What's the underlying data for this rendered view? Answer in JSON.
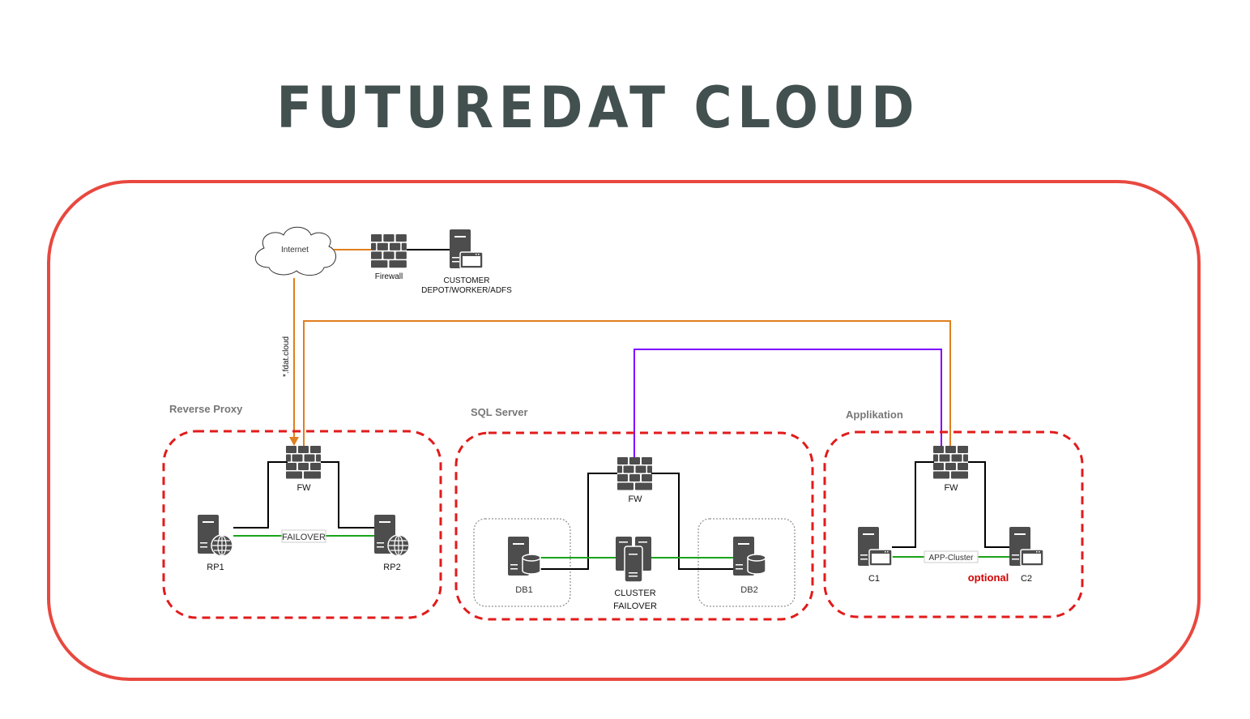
{
  "title": "FUTUREDAT CLOUD",
  "colors": {
    "outer_border": "#e8483f",
    "zone_border": "#e21b1b",
    "device": "#4d4d4d",
    "link_internet": "#e07f1f",
    "link_sql": "#7f00ff",
    "link_failover": "#1aa31a",
    "link_lan": "#000000",
    "optional_text": "#d50000"
  },
  "top": {
    "internet_label": "Internet",
    "firewall_label": "Firewall",
    "customer_label_line1": "CUSTOMER",
    "customer_label_line2": "DEPOT/WORKER/ADFS",
    "dns_label": "*.fdat.cloud"
  },
  "zones": {
    "reverse_proxy": {
      "title": "Reverse Proxy",
      "fw_label": "FW",
      "node1": "RP1",
      "node2": "RP2",
      "link_label": "FAILOVER"
    },
    "sql_server": {
      "title": "SQL Server",
      "fw_label": "FW",
      "node1": "DB1",
      "node2": "DB2",
      "cluster_line1": "CLUSTER",
      "cluster_line2": "FAILOVER"
    },
    "applikation": {
      "title": "Applikation",
      "fw_label": "FW",
      "node1": "C1",
      "node2": "C2",
      "link_label": "APP-Cluster",
      "optional_label": "optional"
    }
  }
}
